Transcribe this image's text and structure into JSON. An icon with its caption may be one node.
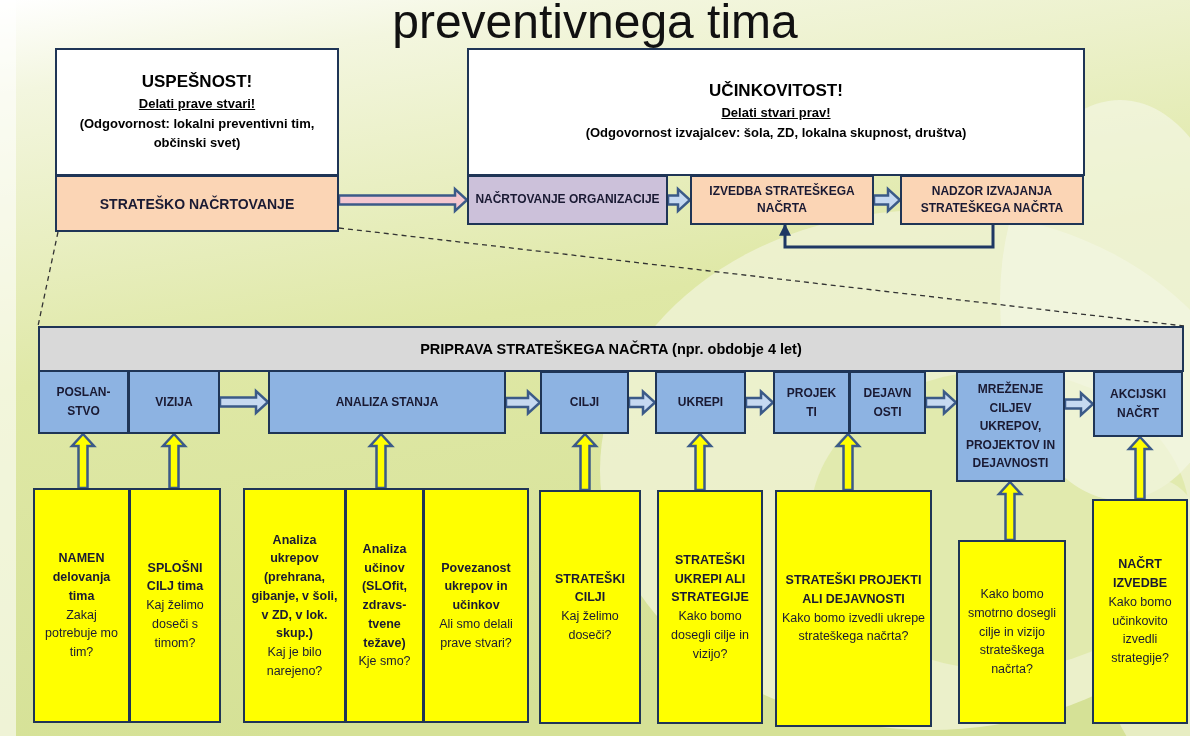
{
  "diagram": {
    "title": "preventivnega tima",
    "nodes": [
      {
        "text": [
          "USPEŠNOST!",
          "Delati prave stvari!",
          "(Odgovornost: lokalni preventivni tim, občinski svet)"
        ]
      },
      {
        "text": [
          "STRATEŠKO NAČRTOVANJE"
        ]
      },
      {
        "text": [
          "UČINKOVITOST!",
          "Delati stvari prav!",
          "(Odgovornost izvajalcev: šola, ZD, lokalna skupnost, društva)"
        ]
      },
      {
        "text": [
          "NAČRTOVANJE ORGANIZACIJE"
        ]
      },
      {
        "text": [
          "IZVEDBA STRATEŠKEGA NAČRTA"
        ]
      },
      {
        "text": [
          "NADZOR IZVAJANJA STRATEŠKEGA NAČRTA"
        ]
      },
      {
        "text": [
          "PRIPRAVA STRATEŠKEGA NAČRTA (npr. obdobje 4 let)"
        ]
      },
      {
        "text": [
          "POSLAN- STVO"
        ]
      },
      {
        "text": [
          "VIZIJA"
        ]
      },
      {
        "text": [
          "ANALIZA STANJA"
        ]
      },
      {
        "text": [
          "CILJI"
        ]
      },
      {
        "text": [
          "UKREPI"
        ]
      },
      {
        "text": [
          "PROJEK TI"
        ]
      },
      {
        "text": [
          "DEJAVN OSTI"
        ]
      },
      {
        "text": [
          "MREŽENJE CILJEV UKREPOV, PROJEKTOV IN DEJAVNOSTI"
        ]
      },
      {
        "text": [
          "AKCIJSKI NAČRT"
        ]
      },
      {
        "text": [
          "NAMEN delovanja tima",
          "Zakaj potrebuje mo tim?"
        ]
      },
      {
        "text": [
          "SPLOŠNI CILJ tima",
          "Kaj želimo doseči s timom?"
        ]
      },
      {
        "text": [
          "Analiza ukrepov (prehrana, gibanje, v šoli, v ZD, v lok. skup.)",
          "Kaj je bilo narejeno?"
        ]
      },
      {
        "text": [
          "Analiza učinov (SLOfit, zdravs- tvene težave)",
          "Kje smo?"
        ]
      },
      {
        "text": [
          "Povezanost ukrepov in učinkov",
          "Ali smo delali prave stvari?"
        ]
      },
      {
        "text": [
          "STRATEŠKI CILJI",
          "Kaj želimo doseči?"
        ]
      },
      {
        "text": [
          "STRATEŠKI UKREPI ALI STRATEGIJE",
          "Kako bomo dosegli cilje in vizijo?"
        ]
      },
      {
        "text": [
          "STRATEŠKI PROJEKTI ALI DEJAVNOSTI",
          "Kako bomo izvedli ukrepe strateškega načrta?"
        ]
      },
      {
        "text": [
          "Kako bomo smotrno dosegli cilje in vizijo strateškega načrta?"
        ]
      },
      {
        "text": [
          "NAČRT IZVEDBE",
          "Kako bomo učinkovito izvedli strategije?"
        ]
      }
    ],
    "edges": [
      {
        "from": 1,
        "to": 3,
        "arrow": "to",
        "style": "thick",
        "color": "#f4c7d0"
      },
      {
        "from": 3,
        "to": 4,
        "arrow": "to",
        "style": "thick"
      },
      {
        "from": 4,
        "to": 5,
        "arrow": "to",
        "style": "thick"
      },
      {
        "from": 5,
        "to": 4,
        "arrow": "to"
      },
      {
        "from": 1,
        "to": 6,
        "arrow": "none",
        "style": "dashed"
      },
      {
        "from": 1,
        "to": 6,
        "arrow": "none",
        "style": "dashed"
      },
      {
        "from": 8,
        "to": 9,
        "arrow": "to",
        "style": "thick"
      },
      {
        "from": 9,
        "to": 10,
        "arrow": "to",
        "style": "thick"
      },
      {
        "from": 10,
        "to": 11,
        "arrow": "to",
        "style": "thick"
      },
      {
        "from": 11,
        "to": 12,
        "arrow": "to",
        "style": "thick"
      },
      {
        "from": 13,
        "to": 14,
        "arrow": "to",
        "style": "thick"
      },
      {
        "from": 14,
        "to": 15,
        "arrow": "to",
        "style": "thick"
      },
      {
        "from": 16,
        "to": 7,
        "arrow": "to",
        "style": "thick",
        "color": "#ffff00"
      },
      {
        "from": 17,
        "to": 8,
        "arrow": "to",
        "style": "thick",
        "color": "#ffff00"
      },
      {
        "from": 19,
        "to": 9,
        "arrow": "to",
        "style": "thick",
        "color": "#ffff00"
      },
      {
        "from": 21,
        "to": 10,
        "arrow": "to",
        "style": "thick",
        "color": "#ffff00"
      },
      {
        "from": 22,
        "to": 11,
        "arrow": "to",
        "style": "thick",
        "color": "#ffff00"
      },
      {
        "from": 23,
        "to": 12,
        "arrow": "to",
        "style": "thick",
        "color": "#ffff00"
      },
      {
        "from": 24,
        "to": 14,
        "arrow": "to",
        "style": "thick",
        "color": "#ffff00"
      },
      {
        "from": 25,
        "to": 15,
        "arrow": "to",
        "style": "thick",
        "color": "#ffff00"
      }
    ]
  }
}
